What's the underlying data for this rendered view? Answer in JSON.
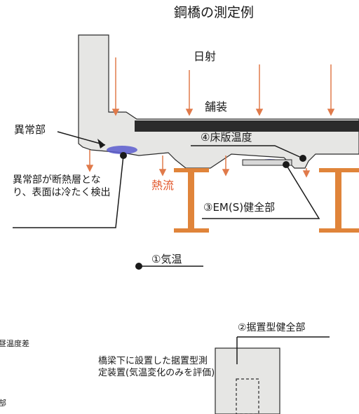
{
  "title": "鋼橋の測定例",
  "labels": {
    "solar": "日射",
    "pavement": "舗装",
    "deck_temp": "④床版温度",
    "anomaly": "異常部",
    "heat_flow": "熱流",
    "em_sound": "③EM(S)健全部",
    "anomaly_desc": "異常部が断熱層となり、表面は冷たく検出",
    "air_temp": "①気温",
    "fixed_sound": "②据置型健全部",
    "fixed_desc": "橋梁下に設置した据置型測定装置(気温変化のみを評価)",
    "cut_left_1": "昼温度差",
    "cut_left_2": "部"
  },
  "colors": {
    "concrete": "#e6e6e4",
    "outline": "#2a2a2a",
    "steel_girder": "#e0843a",
    "arrow": "#e07a4a",
    "pavement": "#2b2b2b",
    "anomaly_fill": "#5a5ccf"
  }
}
